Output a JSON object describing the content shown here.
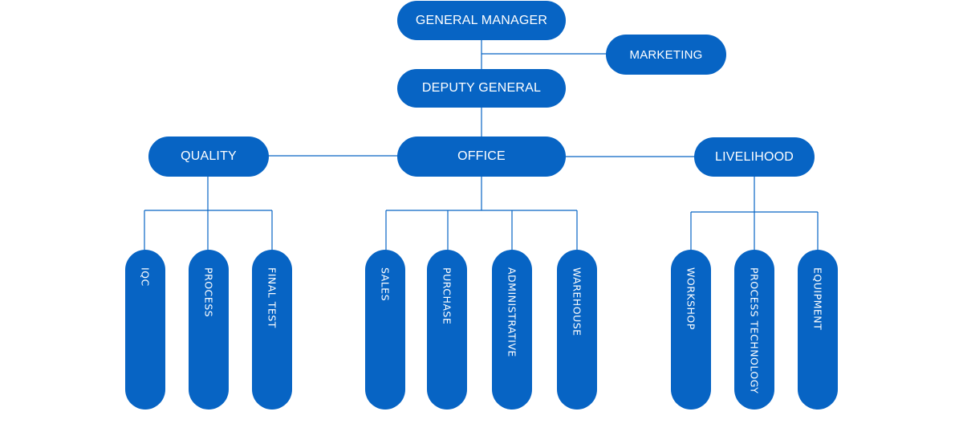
{
  "top": {
    "general_manager": "GENERAL MANAGER",
    "marketing": "MARKETING",
    "deputy_general": "DEPUTY GENERAL"
  },
  "departments": {
    "quality": {
      "label": "QUALITY",
      "units": [
        "IQC",
        "PROCESS",
        "FINAL TEST"
      ]
    },
    "office": {
      "label": "OFFICE",
      "units": [
        "SALES",
        "PURCHASE",
        "ADMINISTRATIVE",
        "WAREHOUSE"
      ]
    },
    "livelihood": {
      "label": "LIVELIHOOD",
      "units": [
        "WORKSHOP",
        "PROCESS TECHNOLOGY",
        "EQUIPMENT"
      ]
    }
  },
  "colors": {
    "node": "#0764c4",
    "text": "#ffffff",
    "line": "#0764c4"
  }
}
